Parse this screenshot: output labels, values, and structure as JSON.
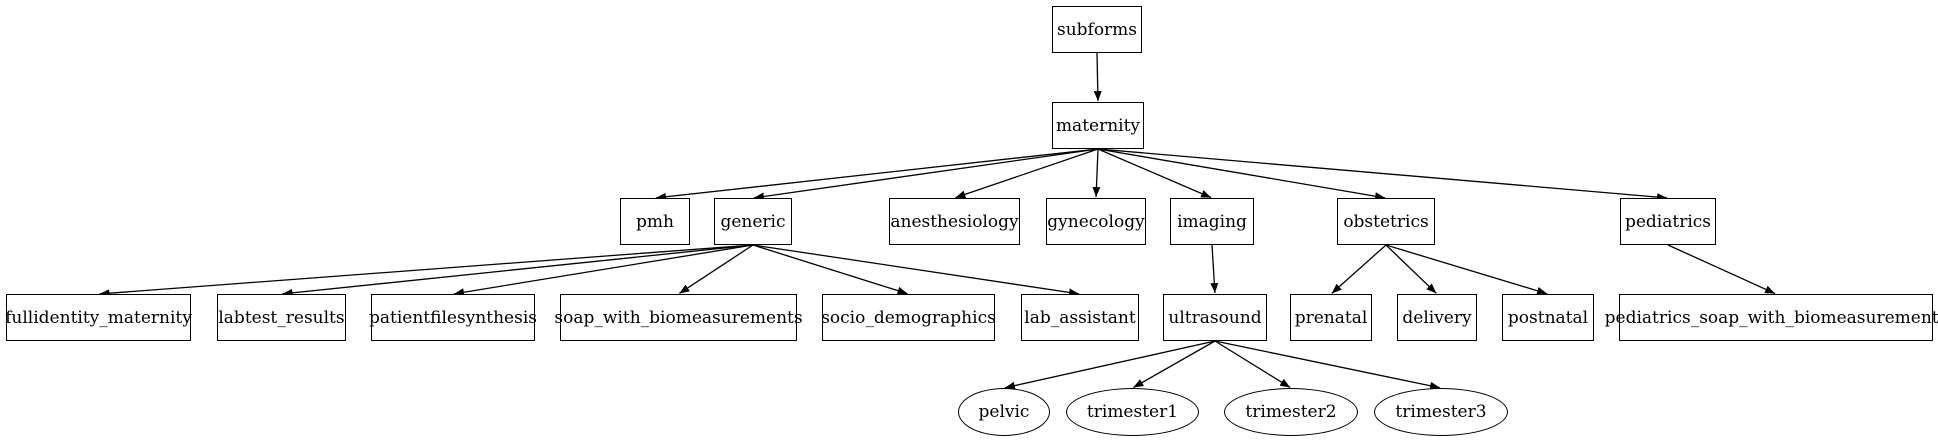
{
  "nodes": {
    "subforms": "subforms",
    "maternity": "maternity",
    "pmh": "pmh",
    "generic": "generic",
    "anesthesiology": "anesthesiology",
    "gynecology": "gynecology",
    "imaging": "imaging",
    "obstetrics": "obstetrics",
    "pediatrics": "pediatrics",
    "fullidentity_maternity": "fullidentity_maternity",
    "labtest_results": "labtest_results",
    "patientfilesynthesis": "patientfilesynthesis",
    "soap_with_biomeasurements": "soap_with_biomeasurements",
    "socio_demographics": "socio_demographics",
    "lab_assistant": "lab_assistant",
    "ultrasound": "ultrasound",
    "prenatal": "prenatal",
    "delivery": "delivery",
    "postnatal": "postnatal",
    "pediatrics_soap_with_biomeasurements": "pediatrics_soap_with_biomeasurements",
    "pelvic": "pelvic",
    "trimester1": "trimester1",
    "trimester2": "trimester2",
    "trimester3": "trimester3"
  },
  "edges": [
    [
      "subforms",
      "maternity"
    ],
    [
      "maternity",
      "pmh"
    ],
    [
      "maternity",
      "generic"
    ],
    [
      "maternity",
      "anesthesiology"
    ],
    [
      "maternity",
      "gynecology"
    ],
    [
      "maternity",
      "imaging"
    ],
    [
      "maternity",
      "obstetrics"
    ],
    [
      "maternity",
      "pediatrics"
    ],
    [
      "generic",
      "fullidentity_maternity"
    ],
    [
      "generic",
      "labtest_results"
    ],
    [
      "generic",
      "patientfilesynthesis"
    ],
    [
      "generic",
      "soap_with_biomeasurements"
    ],
    [
      "generic",
      "socio_demographics"
    ],
    [
      "generic",
      "lab_assistant"
    ],
    [
      "imaging",
      "ultrasound"
    ],
    [
      "obstetrics",
      "prenatal"
    ],
    [
      "obstetrics",
      "delivery"
    ],
    [
      "obstetrics",
      "postnatal"
    ],
    [
      "pediatrics",
      "pediatrics_soap_with_biomeasurements"
    ],
    [
      "ultrasound",
      "pelvic"
    ],
    [
      "ultrasound",
      "trimester1"
    ],
    [
      "ultrasound",
      "trimester2"
    ],
    [
      "ultrasound",
      "trimester3"
    ]
  ]
}
